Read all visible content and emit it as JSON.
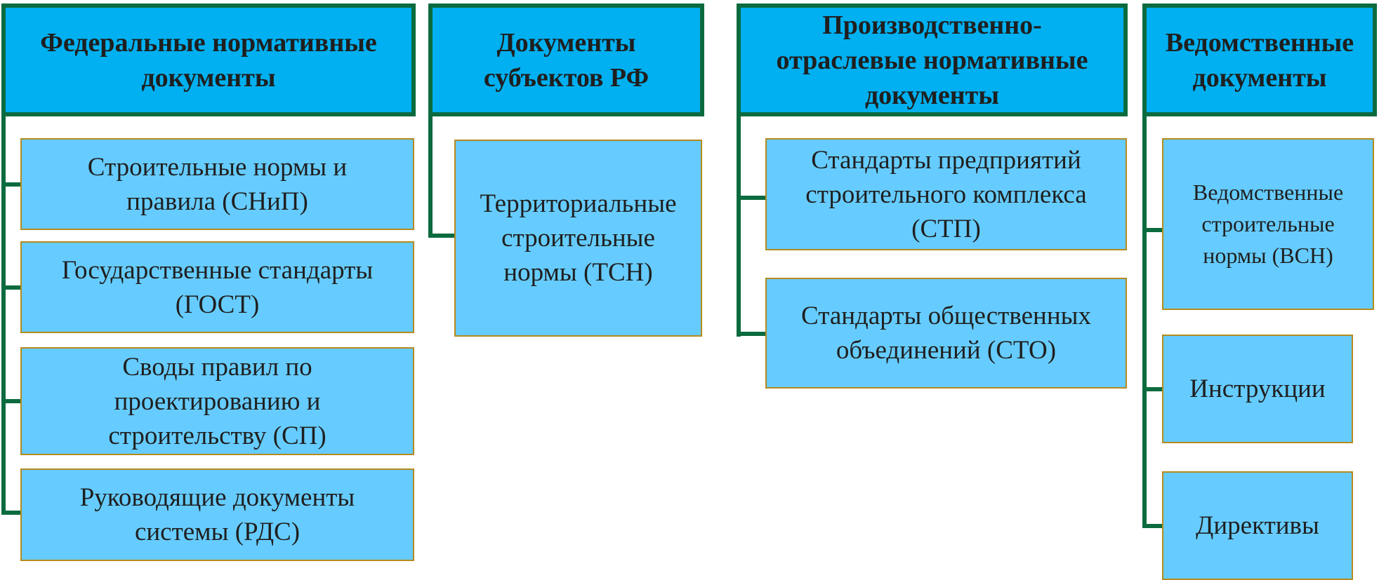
{
  "colors": {
    "header_fill": "#00b0f0",
    "header_border": "#0b6b3f",
    "box_fill": "#66ccff",
    "box_border": "#b58a1e",
    "connector": "#0b6b3f"
  },
  "columns": [
    {
      "header": "Федеральные нормативные\nдокументы",
      "items": [
        "Строительные нормы и\nправила (СНиП)",
        "Государственные стандарты\n(ГОСТ)",
        "Своды правил по\nпроектированию и\nстроительству (СП)",
        "Руководящие документы\nсистемы (РДС)"
      ]
    },
    {
      "header": "Документы\nсубъектов РФ",
      "items": [
        "Территориальные\nстроительные\nнормы (ТСН)"
      ]
    },
    {
      "header": "Производственно-\nотраслевые нормативные\nдокументы",
      "items": [
        "Стандарты предприятий\nстроительного комплекса\n(СТП)",
        "Стандарты общественных\nобъединений (СТО)"
      ]
    },
    {
      "header": "Ведомственные\nдокументы",
      "items": [
        "Ведомственные\nстроительные\nнормы (ВСН)",
        "Инструкции",
        "Директивы"
      ]
    }
  ]
}
